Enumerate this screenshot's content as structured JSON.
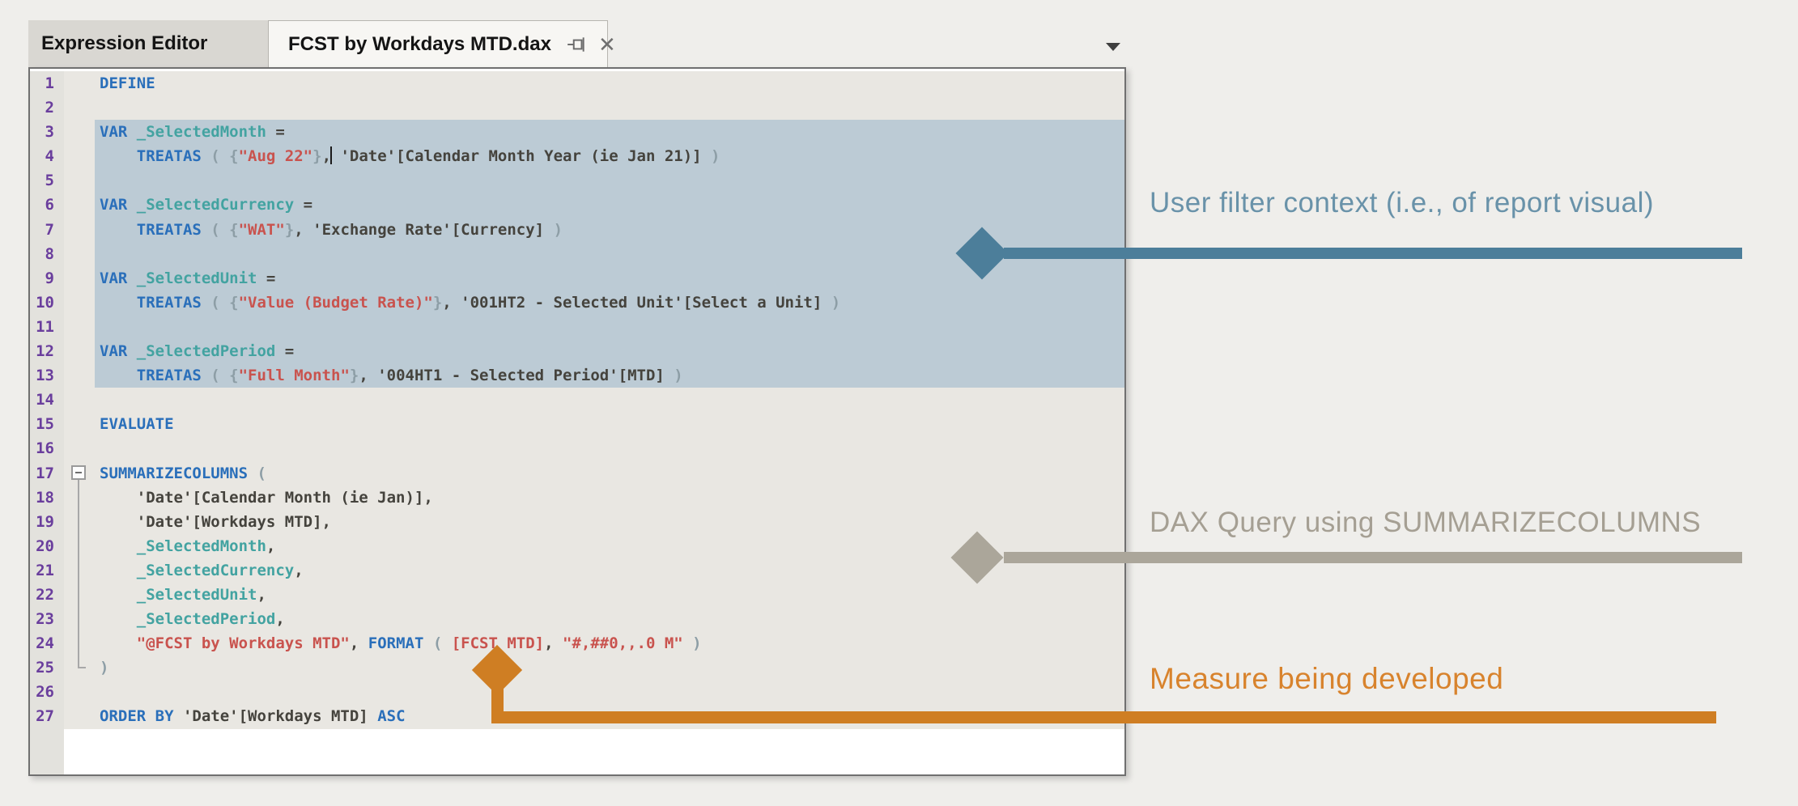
{
  "window": {
    "pane_title": "Expression Editor",
    "tab_title": "FCST by Workdays MTD.dax"
  },
  "editor": {
    "selection_lines": {
      "from": 3,
      "to": 13
    },
    "fold": {
      "from": 17,
      "to": 25
    },
    "lines": [
      {
        "n": 1,
        "t": [
          [
            "k",
            "DEFINE"
          ]
        ]
      },
      {
        "n": 2,
        "t": []
      },
      {
        "n": 3,
        "t": [
          [
            "k",
            "VAR "
          ],
          [
            "v",
            "_SelectedMonth"
          ],
          [
            "t",
            " ="
          ]
        ]
      },
      {
        "n": 4,
        "t": [
          [
            "t",
            "    "
          ],
          [
            "k",
            "TREATAS"
          ],
          [
            "p",
            " ( {"
          ],
          [
            "s",
            "\"Aug 22\""
          ],
          [
            "p",
            "}"
          ],
          [
            "t",
            ","
          ],
          [
            "c",
            ""
          ],
          [
            "t",
            " 'Date'[Calendar Month Year (ie Jan 21)]"
          ],
          [
            "p",
            " )"
          ]
        ]
      },
      {
        "n": 5,
        "t": []
      },
      {
        "n": 6,
        "t": [
          [
            "k",
            "VAR "
          ],
          [
            "v",
            "_SelectedCurrency"
          ],
          [
            "t",
            " ="
          ]
        ]
      },
      {
        "n": 7,
        "t": [
          [
            "t",
            "    "
          ],
          [
            "k",
            "TREATAS"
          ],
          [
            "p",
            " ( {"
          ],
          [
            "s",
            "\"WAT\""
          ],
          [
            "p",
            "}"
          ],
          [
            "t",
            ", 'Exchange Rate'[Currency]"
          ],
          [
            "p",
            " )"
          ]
        ]
      },
      {
        "n": 8,
        "t": []
      },
      {
        "n": 9,
        "t": [
          [
            "k",
            "VAR "
          ],
          [
            "v",
            "_SelectedUnit"
          ],
          [
            "t",
            " ="
          ]
        ]
      },
      {
        "n": 10,
        "t": [
          [
            "t",
            "    "
          ],
          [
            "k",
            "TREATAS"
          ],
          [
            "p",
            " ( {"
          ],
          [
            "s",
            "\"Value (Budget Rate)\""
          ],
          [
            "p",
            "}"
          ],
          [
            "t",
            ", '001HT2 - Selected Unit'[Select a Unit]"
          ],
          [
            "p",
            " )"
          ]
        ]
      },
      {
        "n": 11,
        "t": []
      },
      {
        "n": 12,
        "t": [
          [
            "k",
            "VAR "
          ],
          [
            "v",
            "_SelectedPeriod"
          ],
          [
            "t",
            " ="
          ]
        ]
      },
      {
        "n": 13,
        "t": [
          [
            "t",
            "    "
          ],
          [
            "k",
            "TREATAS"
          ],
          [
            "p",
            " ( {"
          ],
          [
            "s",
            "\"Full Month\""
          ],
          [
            "p",
            "}"
          ],
          [
            "t",
            ", '004HT1 - Selected Period'[MTD]"
          ],
          [
            "p",
            " )"
          ]
        ]
      },
      {
        "n": 14,
        "t": []
      },
      {
        "n": 15,
        "t": [
          [
            "k",
            "EVALUATE"
          ]
        ]
      },
      {
        "n": 16,
        "t": []
      },
      {
        "n": 17,
        "t": [
          [
            "k",
            "SUMMARIZECOLUMNS"
          ],
          [
            "p",
            " ("
          ]
        ]
      },
      {
        "n": 18,
        "t": [
          [
            "t",
            "    'Date'[Calendar Month (ie Jan)],"
          ]
        ]
      },
      {
        "n": 19,
        "t": [
          [
            "t",
            "    'Date'[Workdays MTD],"
          ]
        ]
      },
      {
        "n": 20,
        "t": [
          [
            "t",
            "    "
          ],
          [
            "v",
            "_SelectedMonth"
          ],
          [
            "t",
            ","
          ]
        ]
      },
      {
        "n": 21,
        "t": [
          [
            "t",
            "    "
          ],
          [
            "v",
            "_SelectedCurrency"
          ],
          [
            "t",
            ","
          ]
        ]
      },
      {
        "n": 22,
        "t": [
          [
            "t",
            "    "
          ],
          [
            "v",
            "_SelectedUnit"
          ],
          [
            "t",
            ","
          ]
        ]
      },
      {
        "n": 23,
        "t": [
          [
            "t",
            "    "
          ],
          [
            "v",
            "_SelectedPeriod"
          ],
          [
            "t",
            ","
          ]
        ]
      },
      {
        "n": 24,
        "t": [
          [
            "t",
            "    "
          ],
          [
            "s",
            "\"@FCST by Workdays MTD\""
          ],
          [
            "t",
            ", "
          ],
          [
            "k",
            "FORMAT"
          ],
          [
            "p",
            " ( "
          ],
          [
            "m",
            "[FCST MTD]"
          ],
          [
            "t",
            ", "
          ],
          [
            "s",
            "\"#,##0,,.0 M\""
          ],
          [
            "p",
            " )"
          ]
        ]
      },
      {
        "n": 25,
        "t": [
          [
            "p",
            ")"
          ]
        ]
      },
      {
        "n": 26,
        "t": []
      },
      {
        "n": 27,
        "t": [
          [
            "k",
            "ORDER BY"
          ],
          [
            "t",
            " 'Date'[Workdays MTD] "
          ],
          [
            "k",
            "ASC"
          ]
        ]
      }
    ]
  },
  "annotations": [
    {
      "id": "filter-context",
      "label": "User filter context (i.e., of report visual)"
    },
    {
      "id": "dax-query",
      "label": "DAX Query using SUMMARIZECOLUMNS"
    },
    {
      "id": "measure",
      "label": "Measure being developed"
    }
  ],
  "colors": {
    "keyword": "#2a6fba",
    "variable": "#43a3a1",
    "string": "#c9534e",
    "text": "#45433d",
    "punct": "#8d9ea6",
    "line_number": "#6a3e9d",
    "selection": "#bccbd5",
    "var_highlight": "#cbd7db",
    "measure_highlight": "#f3c29c",
    "annotation_blue": "#6992a9",
    "arrow_blue": "#4c7e9a",
    "annotation_gray": "#a59f93",
    "arrow_gray": "#aba69a",
    "annotation_orange": "#d8832d",
    "arrow_orange": "#cf7e23"
  }
}
